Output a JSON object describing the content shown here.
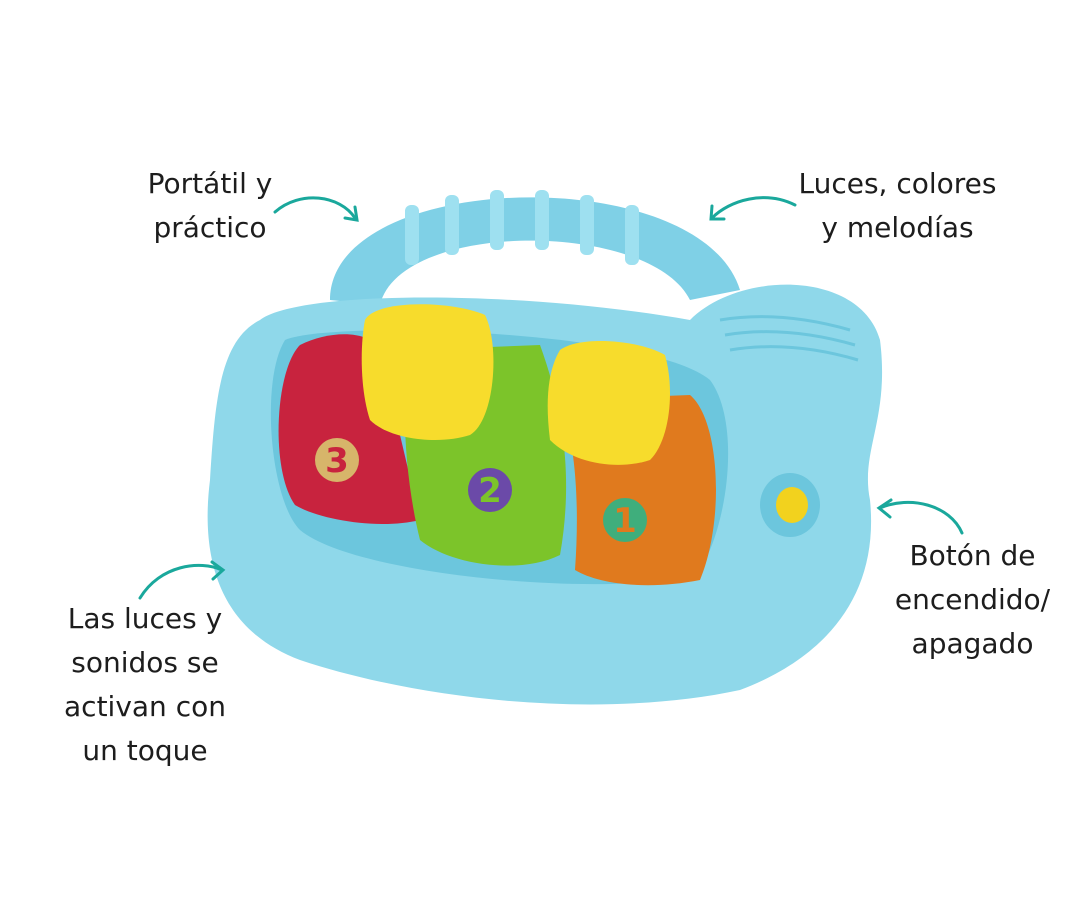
{
  "labels": {
    "portable": "Portátil y\npráctico",
    "lights": "Luces, colores\ny melodías",
    "touch": "Las luces y\nsonidos se\nactivan con\nun toque",
    "power": "Botón de\nencendido/\napagado"
  },
  "keys": [
    {
      "number": "3",
      "color": "#c8233e"
    },
    {
      "number": "2",
      "color": "#7cc42a"
    },
    {
      "number": "1",
      "color": "#e07a1e"
    }
  ],
  "colors": {
    "arrow": "#1aa89c",
    "body": "#8fd8ea",
    "yellow_key": "#f7dc2c"
  }
}
